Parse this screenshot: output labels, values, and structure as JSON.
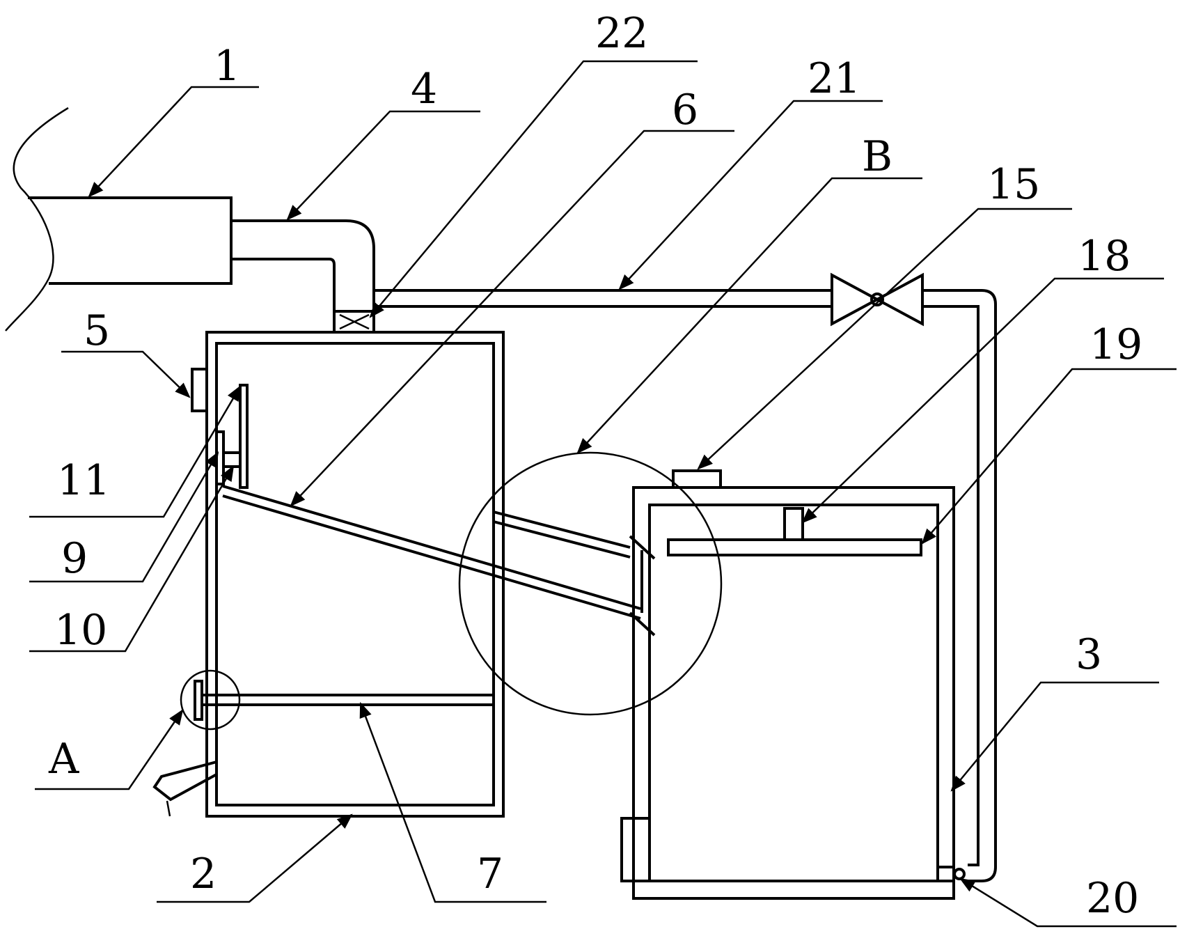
{
  "labels": {
    "l1": "1",
    "l4": "4",
    "l22": "22",
    "l6": "6",
    "l21": "21",
    "lB": "B",
    "l15": "15",
    "l18": "18",
    "l19": "19",
    "l5": "5",
    "l11": "11",
    "l9": "9",
    "l10": "10",
    "lA": "A",
    "l2": "2",
    "l7": "7",
    "l3": "3",
    "l20": "20"
  }
}
